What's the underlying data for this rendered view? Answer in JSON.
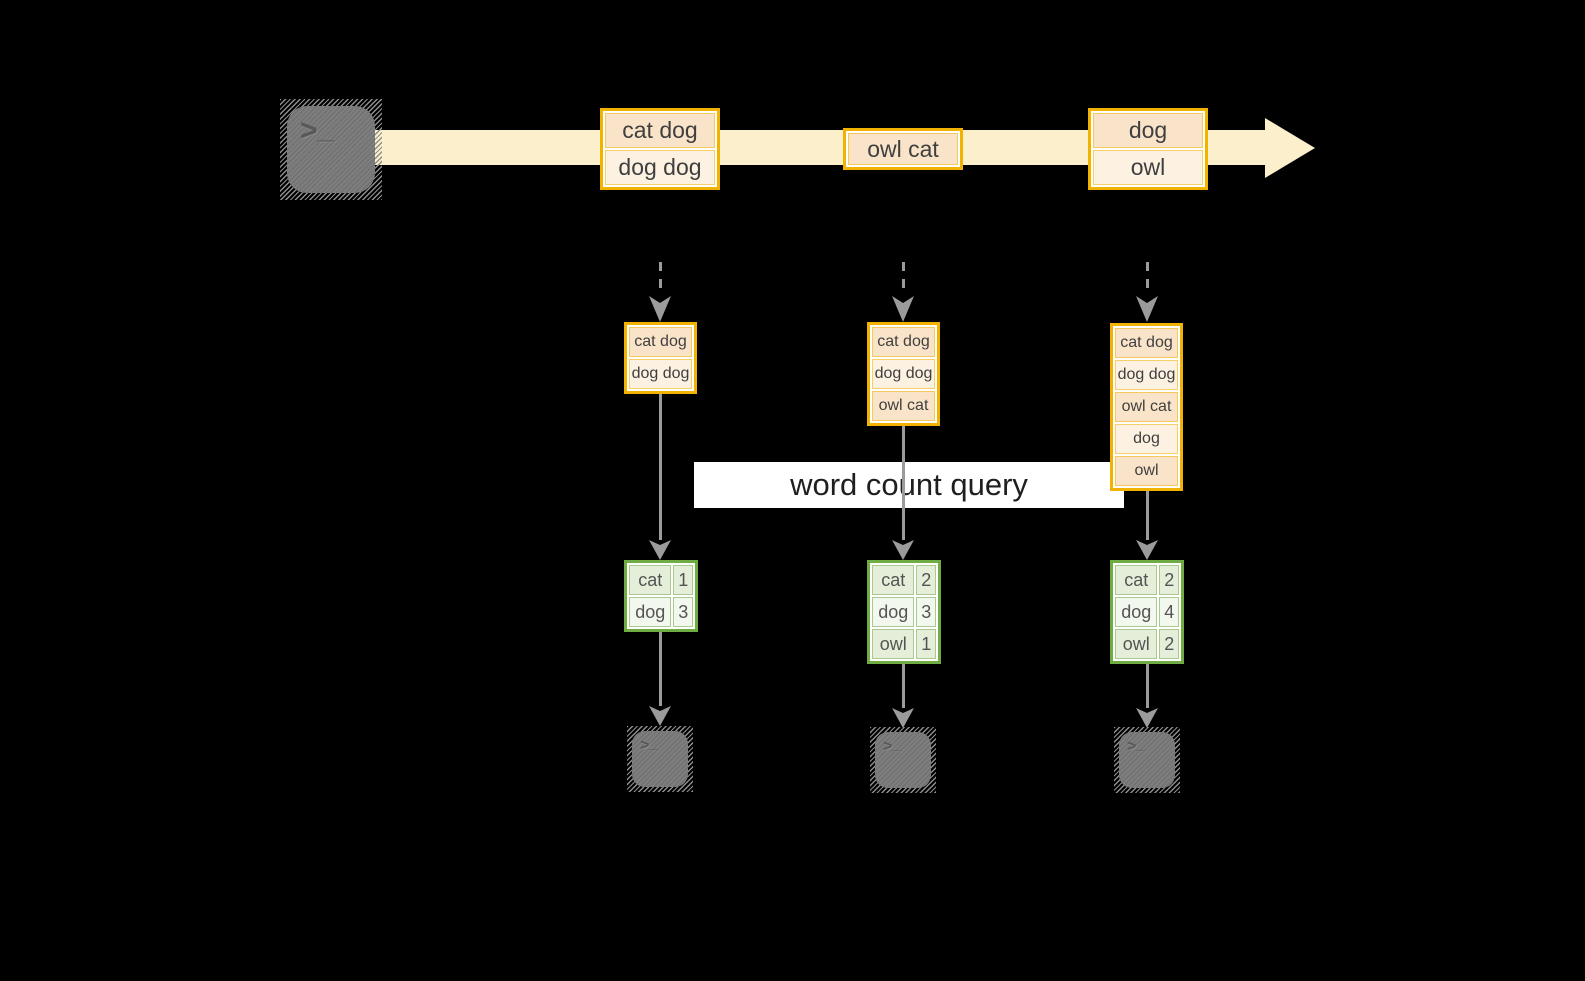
{
  "colors": {
    "background": "#000000",
    "stream_band": "#fbf0cb",
    "record_border": "#f2b200",
    "record_fill_dark": "#fae4c9",
    "record_fill_light": "#fdf2e2",
    "table_border": "#6fad43",
    "table_fill_dark": "#e4eed8",
    "table_fill_light": "#f3f8ee",
    "arrow_gray": "#9b9b9b",
    "terminal_gray": "#7e7e7e",
    "label_background": "#ffffff"
  },
  "glyph": {
    "chevron": ">",
    "underscore": "_"
  },
  "stream": {
    "batches": [
      {
        "cells": [
          "cat dog",
          "dog dog"
        ]
      },
      {
        "cells": [
          "owl cat"
        ]
      },
      {
        "cells": [
          "dog",
          "owl"
        ]
      }
    ]
  },
  "states": [
    {
      "cells": [
        "cat dog",
        "dog dog"
      ]
    },
    {
      "cells": [
        "cat dog",
        "dog dog",
        "owl cat"
      ]
    },
    {
      "cells": [
        "cat dog",
        "dog dog",
        "owl cat",
        "dog",
        "owl"
      ]
    }
  ],
  "query": {
    "label": "word count query"
  },
  "tables": [
    {
      "rows": [
        {
          "word": "cat",
          "count": "1"
        },
        {
          "word": "dog",
          "count": "3"
        }
      ]
    },
    {
      "rows": [
        {
          "word": "cat",
          "count": "2"
        },
        {
          "word": "dog",
          "count": "3"
        },
        {
          "word": "owl",
          "count": "1"
        }
      ]
    },
    {
      "rows": [
        {
          "word": "cat",
          "count": "2"
        },
        {
          "word": "dog",
          "count": "4"
        },
        {
          "word": "owl",
          "count": "2"
        }
      ]
    }
  ]
}
